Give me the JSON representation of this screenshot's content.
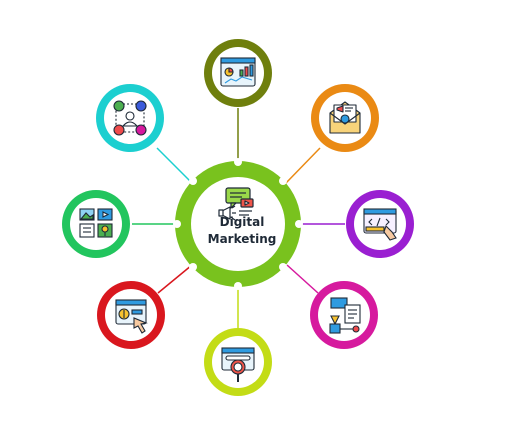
{
  "hub": {
    "title_line1": "Digital",
    "title_line2": "Marketing",
    "accent": "#79c21e",
    "icon": "chat-megaphone-icon"
  },
  "spokes": [
    {
      "id": "analytics",
      "color": "#6f7f0d",
      "icon": "analytics-dashboard-icon"
    },
    {
      "id": "email",
      "color": "#ea8a14",
      "icon": "email-marketing-icon"
    },
    {
      "id": "web-dev",
      "color": "#9a1fd1",
      "icon": "web-development-icon"
    },
    {
      "id": "content",
      "color": "#d61a9e",
      "icon": "content-workflow-icon"
    },
    {
      "id": "seo",
      "color": "#c3dc16",
      "icon": "search-engine-icon"
    },
    {
      "id": "ppc",
      "color": "#d9171e",
      "icon": "pay-per-click-icon"
    },
    {
      "id": "media",
      "color": "#22c55e",
      "icon": "multimedia-content-icon"
    },
    {
      "id": "social",
      "color": "#1ccfd0",
      "icon": "social-media-icon"
    }
  ]
}
